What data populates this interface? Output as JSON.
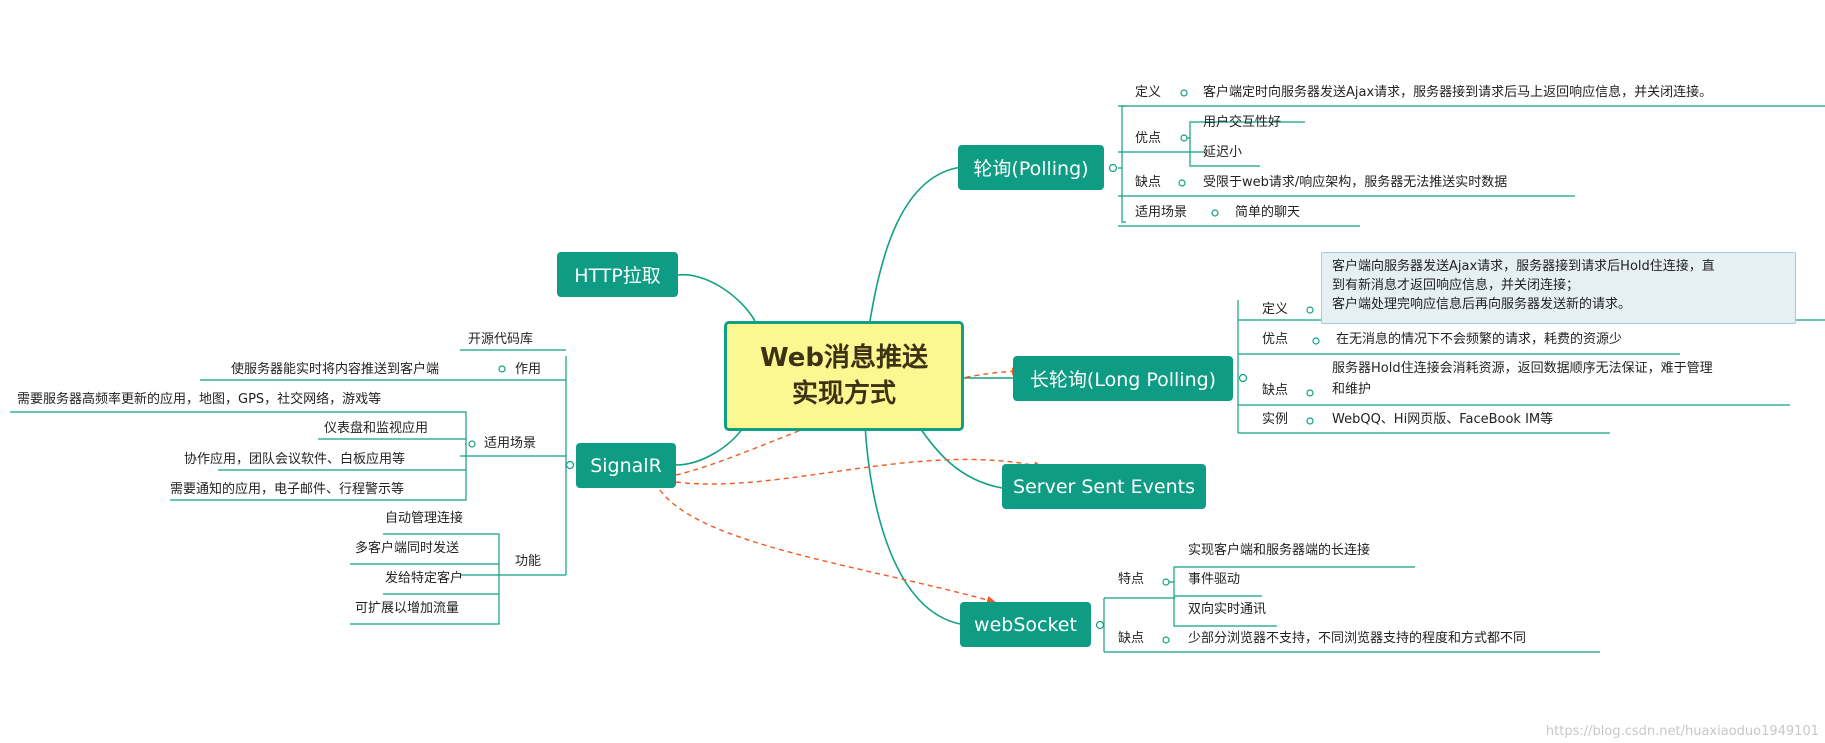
{
  "center": {
    "line1": "Web消息推送",
    "line2": "实现方式"
  },
  "topics": {
    "polling": "轮询(Polling)",
    "http_pull": "HTTP拉取",
    "long_polling": "长轮询(Long Polling)",
    "sse": "Server Sent Events",
    "websocket": "webSocket",
    "signalr": "SignalR"
  },
  "polling": {
    "definition_label": "定义",
    "definition_text": "客户端定时向服务器发送Ajax请求，服务器接到请求后马上返回响应信息，并关闭连接。",
    "pros_label": "优点",
    "pros": [
      "用户交互性好",
      "延迟小"
    ],
    "cons_label": "缺点",
    "cons_text": "受限于web请求/响应架构，服务器无法推送实时数据",
    "scenario_label": "适用场景",
    "scenario_text": "简单的聊天"
  },
  "long_polling": {
    "definition_label": "定义",
    "definition_lines": [
      "客户端向服务器发送Ajax请求，服务器接到请求后Hold住连接，直",
      "到有新消息才返回响应信息，并关闭连接；",
      "客户端处理完响应信息后再向服务器发送新的请求。"
    ],
    "pros_label": "优点",
    "pros_text": "在无消息的情况下不会频繁的请求，耗费的资源少",
    "cons_label": "缺点",
    "cons_lines": [
      "服务器Hold住连接会消耗资源，返回数据顺序无法保证，难于管理",
      "和维护"
    ],
    "example_label": "实例",
    "example_text": "WebQQ、Hi网页版、FaceBook IM等"
  },
  "websocket": {
    "features_label": "特点",
    "features": [
      "实现客户端和服务器端的长连接",
      "事件驱动",
      "双向实时通讯"
    ],
    "cons_label": "缺点",
    "cons_text": "少部分浏览器不支持，不同浏览器支持的程度和方式都不同"
  },
  "signalr": {
    "open_source": "开源代码库",
    "role_label": "作用",
    "role_text": "使服务器能实时将内容推送到客户端",
    "scenario_label": "适用场景",
    "scenarios": [
      "需要服务器高频率更新的应用，地图，GPS，社交网络，游戏等",
      "仪表盘和监视应用",
      "协作应用，团队会议软件、白板应用等",
      "需要通知的应用，电子邮件、行程警示等"
    ],
    "function_label": "功能",
    "functions": [
      "自动管理连接",
      "多客户端同时发送",
      "发给特定客户",
      "可扩展以增加流量"
    ]
  },
  "watermark": "https://blog.csdn.net/huaxiaoduo1949101",
  "colors": {
    "line": "#11a083",
    "topic_fill": "#0e9c84",
    "center_fill": "#fbf791",
    "relation": "#f25a22"
  }
}
